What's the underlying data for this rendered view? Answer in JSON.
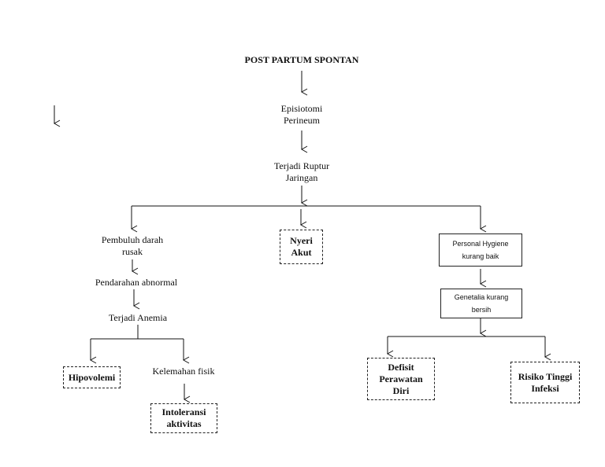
{
  "diagram": {
    "title": "POST PARTUM SPONTAN",
    "episiotomi": [
      "Episiotomi",
      "Perineum"
    ],
    "ruptur": [
      "Terjadi Ruptur",
      "Jaringan"
    ],
    "left": {
      "pembuluh": [
        "Pembuluh darah",
        "rusak"
      ],
      "pendarahan": "Pendarahan abnormal",
      "anemia": "Terjadi Anemia",
      "hipovolemi": "Hipovolemi",
      "kelemahan": "Kelemahan  fisik",
      "intoleransi": [
        "Intoleransi",
        "aktivitas"
      ]
    },
    "center": {
      "nyeri": [
        "Nyeri",
        "Akut"
      ]
    },
    "right": {
      "personal": [
        "Personal Hygiene",
        "kurang baik"
      ],
      "genetalia": [
        "Genetalia kurang",
        "bersih"
      ],
      "defisit": [
        "Defisit",
        "Perawatan",
        "Diri"
      ],
      "risiko": [
        "Risiko Tinggi",
        "Infeksi"
      ]
    }
  }
}
